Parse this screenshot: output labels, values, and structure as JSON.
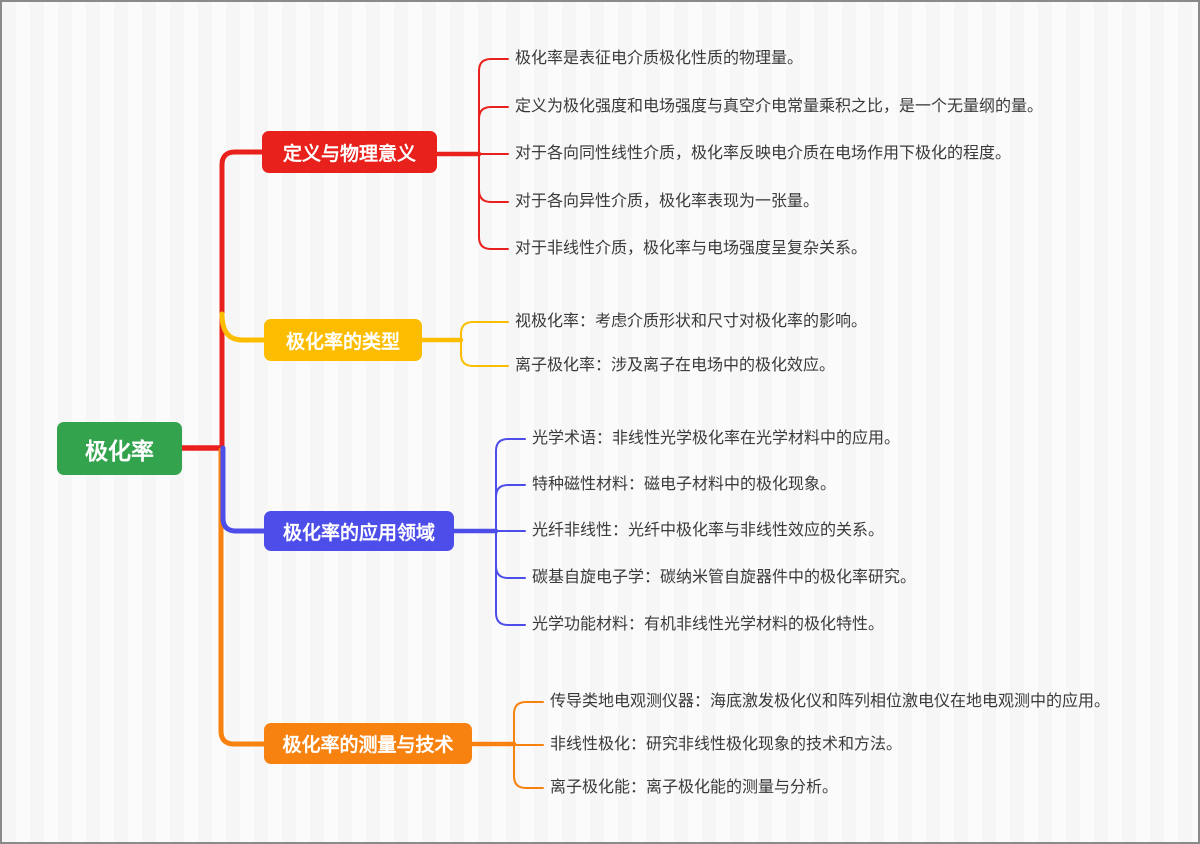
{
  "app": {
    "type": "mindmap-diagram"
  },
  "palette": {
    "background_stripe_a": "#f6f6f6",
    "background_stripe_b": "#fbfbfb",
    "leaf_text": "#3a3a3a",
    "node_text": "#ffffff"
  },
  "root": {
    "label": "极化率",
    "color": "#33a34e"
  },
  "branches": [
    {
      "label": "定义与物理意义",
      "color": "#e8211d",
      "leaves": [
        "极化率是表征电介质极化性质的物理量。",
        "定义为极化强度和电场强度与真空介电常量乘积之比，是一个无量纲的量。",
        "对于各向同性线性介质，极化率反映电介质在电场作用下极化的程度。",
        "对于各向异性介质，极化率表现为一张量。",
        "对于非线性介质，极化率与电场强度呈复杂关系。"
      ]
    },
    {
      "label": "极化率的类型",
      "color": "#fcbd00",
      "leaves": [
        "视极化率：考虑介质形状和尺寸对极化率的影响。",
        "离子极化率：涉及离子在电场中的极化效应。"
      ]
    },
    {
      "label": "极化率的应用领域",
      "color": "#4d4dea",
      "leaves": [
        "光学术语：非线性光学极化率在光学材料中的应用。",
        "特种磁性材料：磁电子材料中的极化现象。",
        "光纤非线性：光纤中极化率与非线性效应的关系。",
        "碳基自旋电子学：碳纳米管自旋器件中的极化率研究。",
        "光学功能材料：有机非线性光学材料的极化特性。"
      ]
    },
    {
      "label": "极化率的测量与技术",
      "color": "#f7820f",
      "leaves": [
        "传导类地电观测仪器：海底激发极化仪和阵列相位激电仪在地电观测中的应用。",
        "非线性极化：研究非线性极化现象的技术和方法。",
        "离子极化能：离子极化能的测量与分析。"
      ]
    }
  ]
}
